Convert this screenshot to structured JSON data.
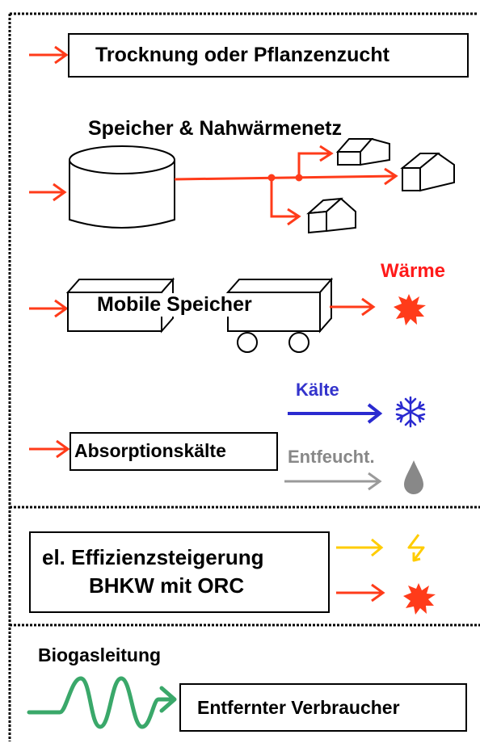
{
  "labels": {
    "trocknung": "Trocknung oder Pflanzenzucht",
    "speicher_netz": "Speicher & Nahwärmenetz",
    "mobile": "Mobile Speicher",
    "waerme": "Wärme",
    "kaelte": "Kälte",
    "absorption": "Absorptionskälte",
    "entfeucht": "Entfeucht.",
    "effizienz_line1": "el. Effizienzsteigerung",
    "effizienz_line2": "BHKW mit ORC",
    "biogasleitung": "Biogasleitung",
    "verbraucher": "Entfernter Verbraucher"
  },
  "colors": {
    "heat": "#ff3b1a",
    "cold": "#2a2ad0",
    "dehumid": "#9a9a9a",
    "electric": "#ffcc00",
    "biogas": "#3aa86a",
    "waerme_text": "#ff1a1a",
    "kaelte_text": "#3333cc",
    "entfeucht_text": "#888888",
    "line": "#000000"
  },
  "icons": {
    "heat": "heat-burst-icon",
    "cold": "snowflake-icon",
    "dehumid": "water-drop-icon",
    "electric": "lightning-icon"
  }
}
